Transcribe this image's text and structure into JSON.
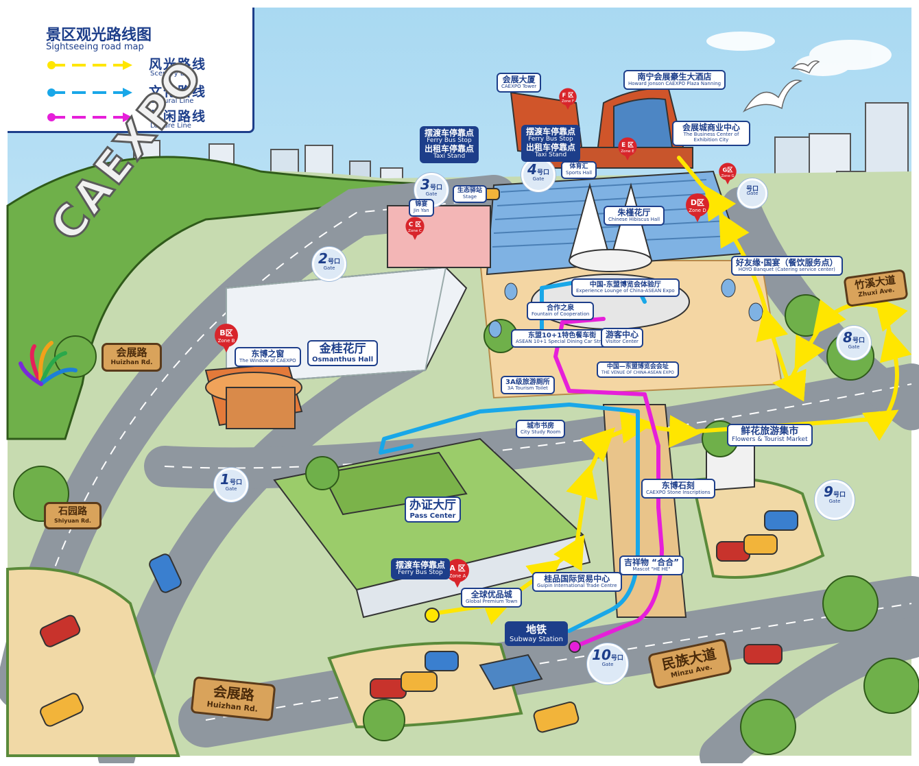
{
  "legend": {
    "title": "景区观光路线图",
    "subtitle": "Sightseeing road map",
    "lines": [
      {
        "zh": "风光路线",
        "en": "Scenery Line",
        "color": "#ffe600"
      },
      {
        "zh": "文化路线",
        "en": "Cultural Line",
        "color": "#19a7e8"
      },
      {
        "zh": "休闲路线",
        "en": "Leisure Line",
        "color": "#e61fd9"
      }
    ]
  },
  "brand": {
    "caexpo": "CAEXPO"
  },
  "zones": {
    "a": {
      "zh": "A 区",
      "en": "Zone A"
    },
    "b": {
      "zh": "B区",
      "en": "Zone B"
    },
    "c": {
      "zh": "C 区",
      "en": "Zone C"
    },
    "d": {
      "zh": "D区",
      "en": "Zone D"
    },
    "e": {
      "zh": "E 区",
      "en": "Zone E"
    },
    "f": {
      "zh": "F 区",
      "en": "Zone F"
    },
    "g": {
      "zh": "G区",
      "en": "Zone G"
    }
  },
  "gates": {
    "g1": {
      "num": "1",
      "hao": "号口",
      "en": "Gate"
    },
    "g2": {
      "num": "2",
      "hao": "号口",
      "en": "Gate"
    },
    "g3": {
      "num": "3",
      "hao": "号口",
      "en": "Gate"
    },
    "g4": {
      "num": "4",
      "hao": "号口",
      "en": "Gate"
    },
    "g7": {
      "num": "",
      "hao": "号口",
      "en": "Gate"
    },
    "g8": {
      "num": "8",
      "hao": "号口",
      "en": "Gate"
    },
    "g9": {
      "num": "9",
      "hao": "号口",
      "en": "Gate"
    },
    "g10": {
      "num": "10",
      "hao": "号口",
      "en": "Gate"
    }
  },
  "places": {
    "caexpo_tower": {
      "zh": "会展大厦",
      "en": "CAEXPO Tower"
    },
    "howard": {
      "zh": "南宁会展豪生大酒店",
      "en": "Howard Jonson CAEXPO Plaza Nanning"
    },
    "business_center": {
      "zh": "会展城商业中心",
      "en": "The Business Center of Exhibition City"
    },
    "ferry_left": {
      "zh": "摆渡车停靠点",
      "en": "Ferry Bus Stop",
      "zh2": "出租车停靠点",
      "en2": "Taxi Stand"
    },
    "ferry_right": {
      "zh": "摆渡车停靠点",
      "en": "Ferry Bus Stop",
      "zh2": "出租车停靠点",
      "en2": "Taxi Stand"
    },
    "ferry_bottom": {
      "zh": "摆渡车停靠点",
      "en": "Ferry Bus Stop"
    },
    "stage": {
      "zh": "生态驿站",
      "en": "Stage"
    },
    "jinyan": {
      "zh": "锦宴",
      "en": "Jin Yan"
    },
    "sports_hall": {
      "zh": "体育汇",
      "en": "Sports Hall"
    },
    "hibiscus": {
      "zh": "朱槿花厅",
      "en": "Chinese Hibiscus Hall"
    },
    "hoyo": {
      "zh": "好友缘·国宴（餐饮服务点）",
      "en": "HOYO Banquet (Catering service center)"
    },
    "experience": {
      "zh": "中国-东盟博览会体验厅",
      "en": "Experience Lounge of China-ASEAN Expo"
    },
    "fountain": {
      "zh": "合作之泉",
      "en": "Fountain of Cooperation"
    },
    "dining": {
      "zh": "东盟10+1特色餐车街",
      "en": "ASEAN 10+1 Special Dining Car Street"
    },
    "visitor": {
      "zh": "游客中心",
      "en": "Visitor Center"
    },
    "venue": {
      "zh": "中国—东盟博览会会址",
      "en": "THE VENUE OF CHINA-ASEAN EXPO"
    },
    "toilet": {
      "zh": "3A级旅游厕所",
      "en": "3A Tourism Toilet"
    },
    "window": {
      "zh": "东博之窗",
      "en": "The Window of CAEXPO"
    },
    "osmanthus": {
      "zh": "金桂花厅",
      "en": "Osmanthus Hall"
    },
    "study": {
      "zh": "城市书房",
      "en": "City Study Room"
    },
    "flowers": {
      "zh": "鲜花旅游集市",
      "en": "Flowers & Tourist Market"
    },
    "stone": {
      "zh": "东博石刻",
      "en": "CAEXPO Stone Inscriptions"
    },
    "pass": {
      "zh": "办证大厅",
      "en": "Pass Center"
    },
    "mascot": {
      "zh": "吉祥物 “合合”",
      "en": "Mascot  \"HE HE\""
    },
    "guipin": {
      "zh": "桂品国际贸易中心",
      "en": "Guipin International Trade Centre"
    },
    "global": {
      "zh": "全球优品城",
      "en": "Global Premium Town"
    },
    "subway": {
      "zh": "地铁",
      "en": "Subway Station"
    }
  },
  "roads": {
    "huizhan_top": {
      "zh": "会展路",
      "en": "Huizhan Rd."
    },
    "shiyuan": {
      "zh": "石园路",
      "en": "Shiyuan Rd."
    },
    "huizhan_bottom": {
      "zh": "会展路",
      "en": "Huizhan Rd."
    },
    "zhuxi": {
      "zh": "竹溪大道",
      "en": "Zhuxi Ave."
    },
    "minzu": {
      "zh": "民族大道",
      "en": "Minzu Ave."
    }
  },
  "colors": {
    "navy": "#1d3e8a",
    "zone_red": "#d8252b",
    "sky": "#bfe4f4",
    "grass": "#7ec05a",
    "road": "#8f979f"
  }
}
